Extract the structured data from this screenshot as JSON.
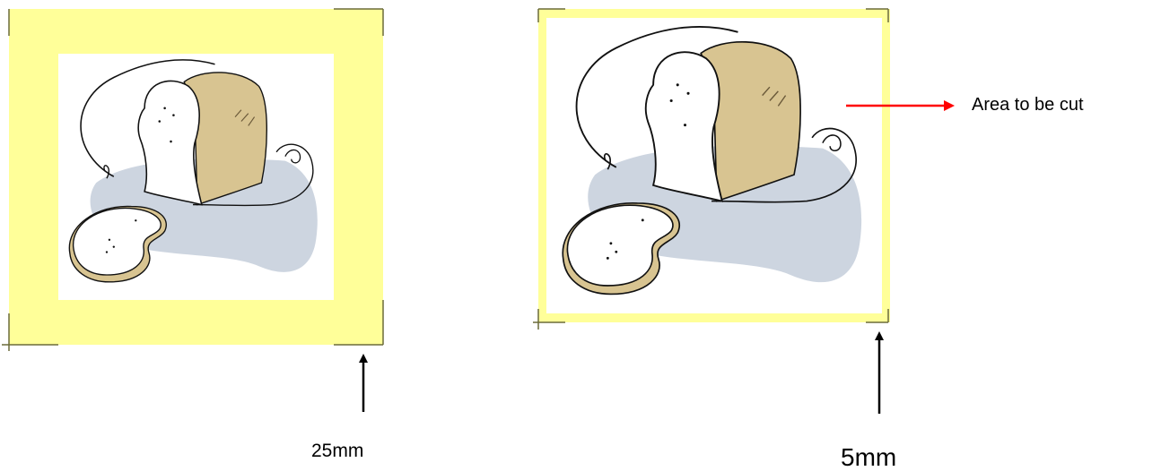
{
  "colors": {
    "bleed_yellow": "#FFFF99",
    "crop_mark": "#6B6B3A",
    "arrow_black": "#000000",
    "arrow_red": "#FF0000",
    "crust": "#D8C491",
    "crust_dark": "#B79F6A",
    "shadow": "#CDD5E0"
  },
  "left_panel": {
    "margin_label": "25mm"
  },
  "right_panel": {
    "margin_label": "5mm",
    "cut_label": "Area to be cut"
  },
  "icons": [
    "bread-illustration",
    "crop-mark",
    "up-arrow",
    "right-arrow"
  ]
}
